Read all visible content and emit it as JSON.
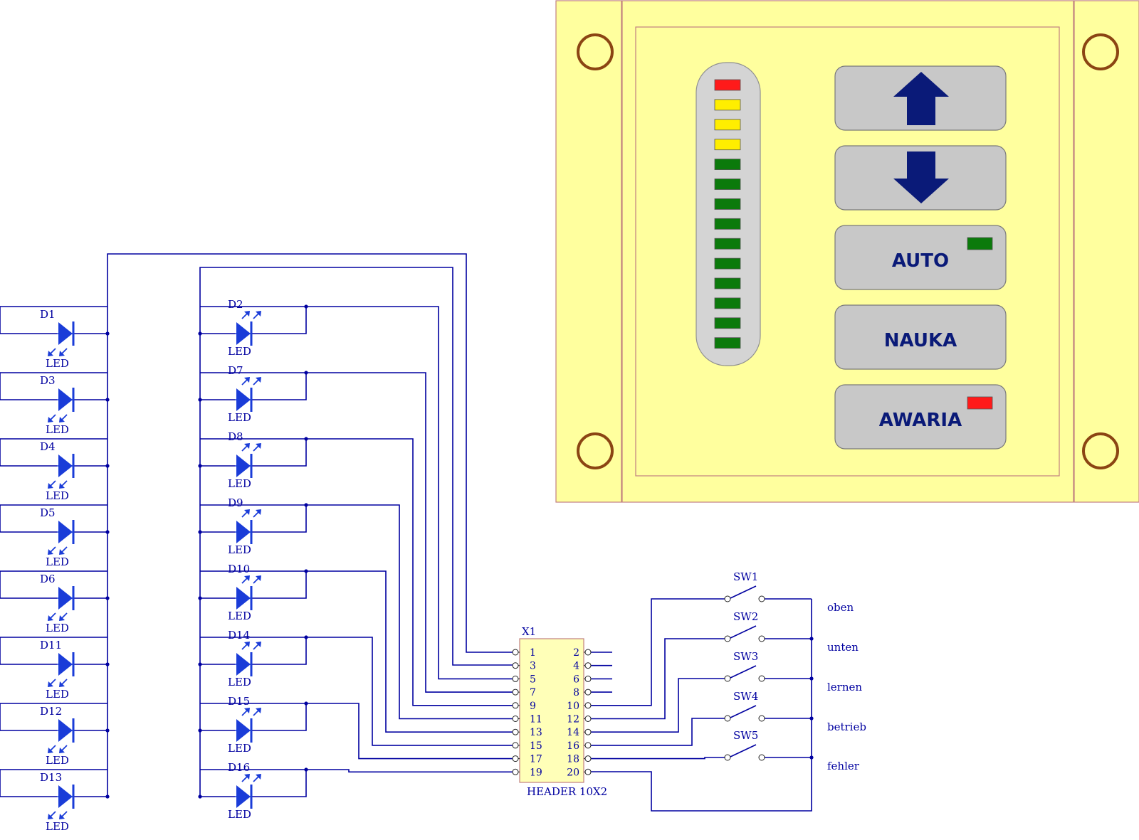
{
  "colors": {
    "wire": "#0000a0",
    "led_symbol": "#1a3cd8",
    "panel_fill": "#ffff9e",
    "panel_border": "#c08080",
    "hole": "#8b4513",
    "button_fill": "#c8c8c8",
    "button_text": "#0a1a78",
    "bar_red": "#ff1a1a",
    "bar_yellow": "#ffee00",
    "bar_green": "#0b7a0b",
    "header_fill": "#ffffb8"
  },
  "panel": {
    "buttons": [
      {
        "id": "up",
        "icon": "arrow-up-icon",
        "label": "",
        "indicator": null
      },
      {
        "id": "down",
        "icon": "arrow-down-icon",
        "label": "",
        "indicator": null
      },
      {
        "id": "auto",
        "icon": null,
        "label": "AUTO",
        "indicator": "green"
      },
      {
        "id": "nauka",
        "icon": null,
        "label": "NAUKA",
        "indicator": null
      },
      {
        "id": "awaria",
        "icon": null,
        "label": "AWARIA",
        "indicator": "red"
      }
    ],
    "bargraph": [
      "red",
      "yellow",
      "yellow",
      "yellow",
      "green",
      "green",
      "green",
      "green",
      "green",
      "green",
      "green",
      "green",
      "green",
      "green"
    ]
  },
  "schematic": {
    "left_leds": [
      {
        "ref": "D1",
        "value": "LED"
      },
      {
        "ref": "D3",
        "value": "LED"
      },
      {
        "ref": "D4",
        "value": "LED"
      },
      {
        "ref": "D5",
        "value": "LED"
      },
      {
        "ref": "D6",
        "value": "LED"
      },
      {
        "ref": "D11",
        "value": "LED"
      },
      {
        "ref": "D12",
        "value": "LED"
      },
      {
        "ref": "D13",
        "value": "LED"
      }
    ],
    "right_leds": [
      {
        "ref": "D2",
        "value": "LED"
      },
      {
        "ref": "D7",
        "value": "LED"
      },
      {
        "ref": "D8",
        "value": "LED"
      },
      {
        "ref": "D9",
        "value": "LED"
      },
      {
        "ref": "D10",
        "value": "LED"
      },
      {
        "ref": "D14",
        "value": "LED"
      },
      {
        "ref": "D15",
        "value": "LED"
      },
      {
        "ref": "D16",
        "value": "LED"
      }
    ],
    "header": {
      "ref": "X1",
      "name": "HEADER 10X2",
      "left_pins": [
        "1",
        "3",
        "5",
        "7",
        "9",
        "11",
        "13",
        "15",
        "17",
        "19"
      ],
      "right_pins": [
        "2",
        "4",
        "6",
        "8",
        "10",
        "12",
        "14",
        "16",
        "18",
        "20"
      ]
    },
    "switches": [
      {
        "ref": "SW1",
        "signal": "oben"
      },
      {
        "ref": "SW2",
        "signal": "unten"
      },
      {
        "ref": "SW3",
        "signal": "lernen"
      },
      {
        "ref": "SW4",
        "signal": "betrieb"
      },
      {
        "ref": "SW5",
        "signal": "fehler"
      }
    ]
  }
}
